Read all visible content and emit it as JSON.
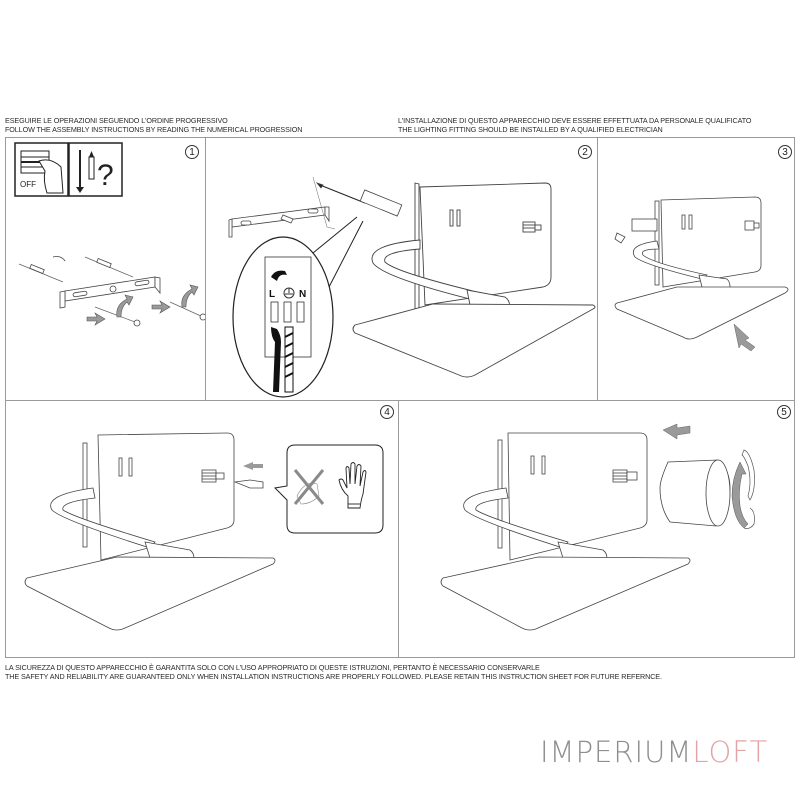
{
  "header": {
    "left": {
      "line1": "ESEGUIRE LE OPERAZIONI SEGUENDO L'ORDINE PROGRESSIVO",
      "line2": "FOLLOW THE ASSEMBLY INSTRUCTIONS BY READING THE NUMERICAL PROGRESSION"
    },
    "right": {
      "line1": "L'INSTALLAZIONE DI QUESTO APPARECCHIO DEVE ESSERE EFFETTUATA DA PERSONALE QUALIFICATO",
      "line2": "THE LIGHTING FITTING SHOULD BE INSTALLED BY A QUALIFIED ELECTRICIAN"
    }
  },
  "steps": [
    {
      "number": "1",
      "description": "Switch power OFF; mount bracket to wall with screws and anchors",
      "icons": [
        "power-off-switch-icon",
        "screw-anchor-question-icon"
      ],
      "off_label": "OFF"
    },
    {
      "number": "2",
      "description": "Connect wires to terminal block",
      "terminal_labels": [
        "L",
        "⏚",
        "N"
      ]
    },
    {
      "number": "3",
      "description": "Fix the lamp body onto the bracket"
    },
    {
      "number": "4",
      "description": "Insert bulb; do not touch with bare hands, use gloves",
      "icons": [
        "no-bare-hand-icon",
        "glove-icon"
      ]
    },
    {
      "number": "5",
      "description": "Screw on the shade cover",
      "icons": [
        "push-arrow-icon",
        "rotate-arrow-icon"
      ]
    }
  ],
  "footer": {
    "line1": "LA SICUREZZA DI QUESTO APPARECCHIO È GARANTITA SOLO CON L'USO APPROPRIATO DI QUESTE ISTRUZIONI, PERTANTO È NECESSARIO CONSERVARLE",
    "line2": "THE SAFETY AND RELIABILITY ARE GUARANTEED ONLY WHEN INSTALLATION INSTRUCTIONS ARE PROPERLY FOLLOWED. PLEASE RETAIN THIS INSTRUCTION SHEET FOR FUTURE REFERNCE."
  },
  "brand": {
    "part1": "IMPERIUM",
    "part2": "LOFT",
    "color1": "#8e8e8e",
    "color2": "#e3a2a5"
  }
}
